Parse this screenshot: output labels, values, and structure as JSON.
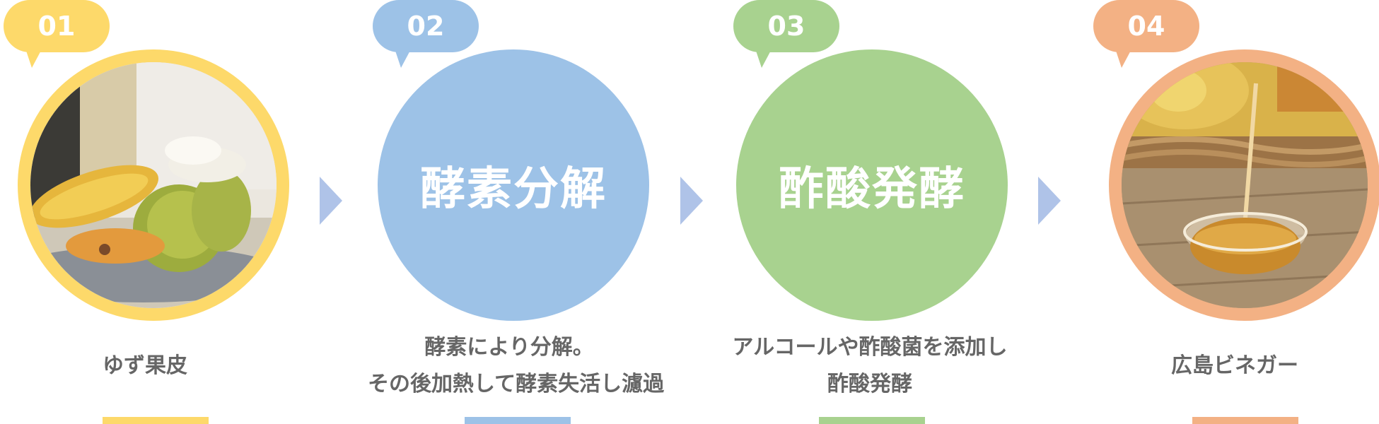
{
  "colors": {
    "yellow": "#fdd96a",
    "blue": "#9dc2e7",
    "green": "#a8d28f",
    "orange": "#f3b184",
    "arrow": "#afc3e8",
    "caption_text": "#666666"
  },
  "steps": [
    {
      "number": "01",
      "circle_title": "",
      "photo": "yuzu-peel-photo",
      "caption_lines": [
        "ゆず果皮"
      ]
    },
    {
      "number": "02",
      "circle_title": "酵素分解",
      "photo": "",
      "caption_lines": [
        "酵素により分解。",
        "その後加熱して酵素失活し濾過"
      ]
    },
    {
      "number": "03",
      "circle_title": "酢酸発酵",
      "photo": "",
      "caption_lines": [
        "アルコールや酢酸菌を添加し",
        "酢酸発酵"
      ]
    },
    {
      "number": "04",
      "circle_title": "",
      "photo": "vinegar-pouring-photo",
      "caption_lines": [
        "広島ビネガー"
      ]
    }
  ]
}
